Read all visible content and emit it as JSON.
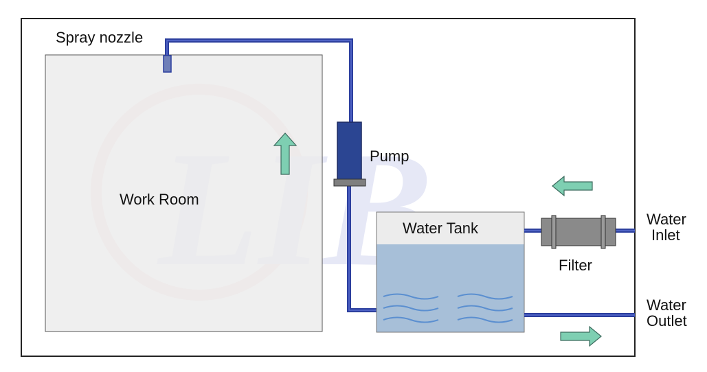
{
  "labels": {
    "spray_nozzle": "Spray nozzle",
    "pump": "Pump",
    "work_room": "Work Room",
    "water_tank": "Water Tank",
    "filter": "Filter",
    "water_inlet_line1": "Water",
    "water_inlet_line2": "Inlet",
    "water_outlet_line1": "Water",
    "water_outlet_line2": "Outlet"
  },
  "watermark": {
    "text": "LIB"
  },
  "colors": {
    "pipe": "#2c3f9e",
    "pipe_highlight": "#5a6fd0",
    "pump": "#2b4592",
    "water": "#a7bfd8",
    "wave": "#5b8fd0",
    "arrow": "#7ecfb2",
    "filter": "#8a8a8a",
    "work_room": "#ececec",
    "tank_air": "#ececec"
  }
}
